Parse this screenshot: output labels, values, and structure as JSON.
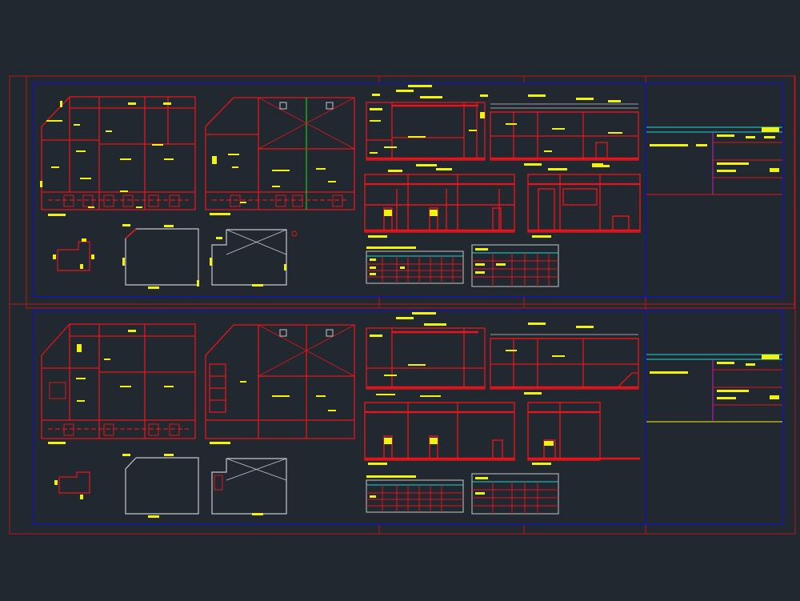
{
  "viewport": {
    "background": "#212830",
    "description_label": ""
  },
  "palette": {
    "wall": "#e8141b",
    "text": "#f2f20f",
    "sheet_border": "#1010c8",
    "outer_frame": "#b81818",
    "site_outline": "#c8c8c8",
    "tag": "#28b428",
    "stair": "#9a9aa0",
    "note_line": "#20d6d6",
    "accent_magenta": "#c81cc8",
    "door": "#f0f0f0"
  },
  "sheets": [
    {
      "id": "upper",
      "views": [
        "floor-plan-a",
        "floor-plan-b",
        "site-outline-a",
        "site-outline-b",
        "site-outline-c",
        "section",
        "section-b",
        "elevation-a",
        "elevation-b",
        "schedule-a",
        "schedule-b",
        "title-block"
      ]
    },
    {
      "id": "lower",
      "views": [
        "floor-plan-a",
        "floor-plan-b",
        "site-outline-a",
        "site-outline-b",
        "site-outline-c",
        "section",
        "section-b",
        "elevation-a",
        "elevation-b",
        "schedule-a",
        "schedule-b",
        "title-block"
      ]
    }
  ]
}
